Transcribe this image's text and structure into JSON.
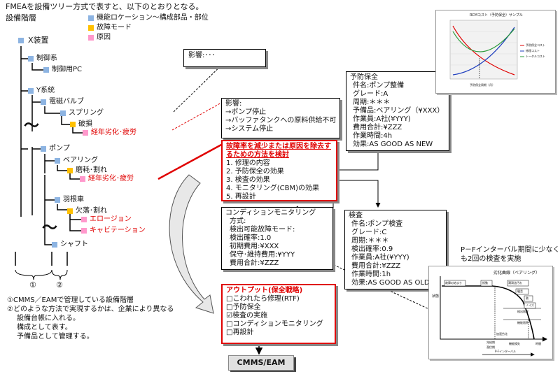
{
  "header": {
    "title": "FMEAを設備ツリー方式で表すと、以下のとおりとなる。",
    "hierarchy_label": "設備階層",
    "legend": [
      {
        "label": "機能ロケーション～構成部品・部位",
        "color": "#8db4e2"
      },
      {
        "label": "故障モード",
        "color": "#ffc000"
      },
      {
        "label": "原因",
        "color": "#ff99cc"
      }
    ]
  },
  "tree": {
    "root": "X装置",
    "control": "制御系",
    "control_pc": "制御用PC",
    "y_system": "Y系統",
    "solenoid": "電磁バルブ",
    "spring": "スプリング",
    "damage": "破損",
    "aging1": "経年劣化･疲労",
    "pump": "ポンプ",
    "bearing": "ベアリング",
    "wear": "磨耗･割れ",
    "aging2": "経年劣化･疲労",
    "impeller": "羽根車",
    "chip": "欠落･割れ",
    "erosion": "エロージョン",
    "cavitation": "キャビテーション",
    "shaft": "シャフト",
    "wave": "～"
  },
  "brackets": {
    "one": "①",
    "two": "②"
  },
  "footnotes": [
    "①CMMS／EAMで管理している設備階層",
    "②どのような方法で実現するかは、企業により異なる",
    "設備台帳に入れる。",
    "構成として表す。",
    "予備品として管理する。"
  ],
  "influence_top": "影響:･･･",
  "influence_box": {
    "title": "影響:",
    "lines": [
      "→ポンプ停止",
      "→バッファタンクへの原料供給不可",
      "→システム停止"
    ]
  },
  "method_box": {
    "title1": "故障率を減少または原因を除去す",
    "title2": "るための方法を検討",
    "items": [
      "1. 修理の内容",
      "2. 予防保全の効果",
      "3. 検査の効果",
      "4. モニタリング(CBM)の効果",
      "5. 再設計"
    ]
  },
  "preventive_box": {
    "lines": [
      "予防保全",
      "件名:ポンプ整備",
      "グレード:A",
      "周期:＊＊＊",
      "予備品:ベアリング（¥XXX）",
      "作業員:A社(¥YYY)",
      "費用合計:¥ZZZ",
      "作業時間:4h",
      "効果:AS GOOD AS NEW"
    ]
  },
  "condition_box": {
    "lines": [
      "コンディションモニタリング",
      "方式:",
      "検出可能故障モード:",
      "検出確率:1.0",
      "初期費用:¥XXX",
      "保守･維持費用:¥YYY",
      "費用合計:¥ZZZ"
    ]
  },
  "inspection_box": {
    "lines": [
      "検査",
      "件名:ポンプ検査",
      "グレード:C",
      "周期:＊＊＊",
      "検出確率:0.9",
      "作業員:A社(¥YYY)",
      "費用合計:¥ZZZ",
      "作業時間:1h",
      "効果:AS GOOD AS OLD"
    ]
  },
  "output_box": {
    "title": "アウトプット(保全戦略)",
    "items": [
      "□こわれたら修理(RTF)",
      "□予防保全",
      "☑検査の実施",
      "□コンディションモニタリング",
      "□再設計"
    ]
  },
  "cmms": "CMMS/EAM",
  "pf_note": [
    "P－Fインターバル期間に少なくと",
    "も2回の検査を実施"
  ],
  "cost_chart": {
    "title": "RCMコスト（予防保全）サンプル",
    "legend": [
      "予防保全コスト",
      "修理コスト",
      "トータルコスト"
    ],
    "xlabel": "予防保全周期（月）",
    "colors": [
      "#e00000",
      "#1f3fbf",
      "#2a9a3a"
    ]
  },
  "pf_chart": {
    "title": "劣化曲線（ベアリング）",
    "ylabel": "状態",
    "labels": [
      "故障の始まり",
      "振動",
      "潤滑油汚れ",
      "騒音",
      "熱",
      "ノイズ",
      "検出限界",
      "機能限界",
      "加速劣化",
      "兆候期",
      "潜伏期",
      "機能損失",
      "時間"
    ],
    "axis_label": "P-Fインターバル"
  }
}
